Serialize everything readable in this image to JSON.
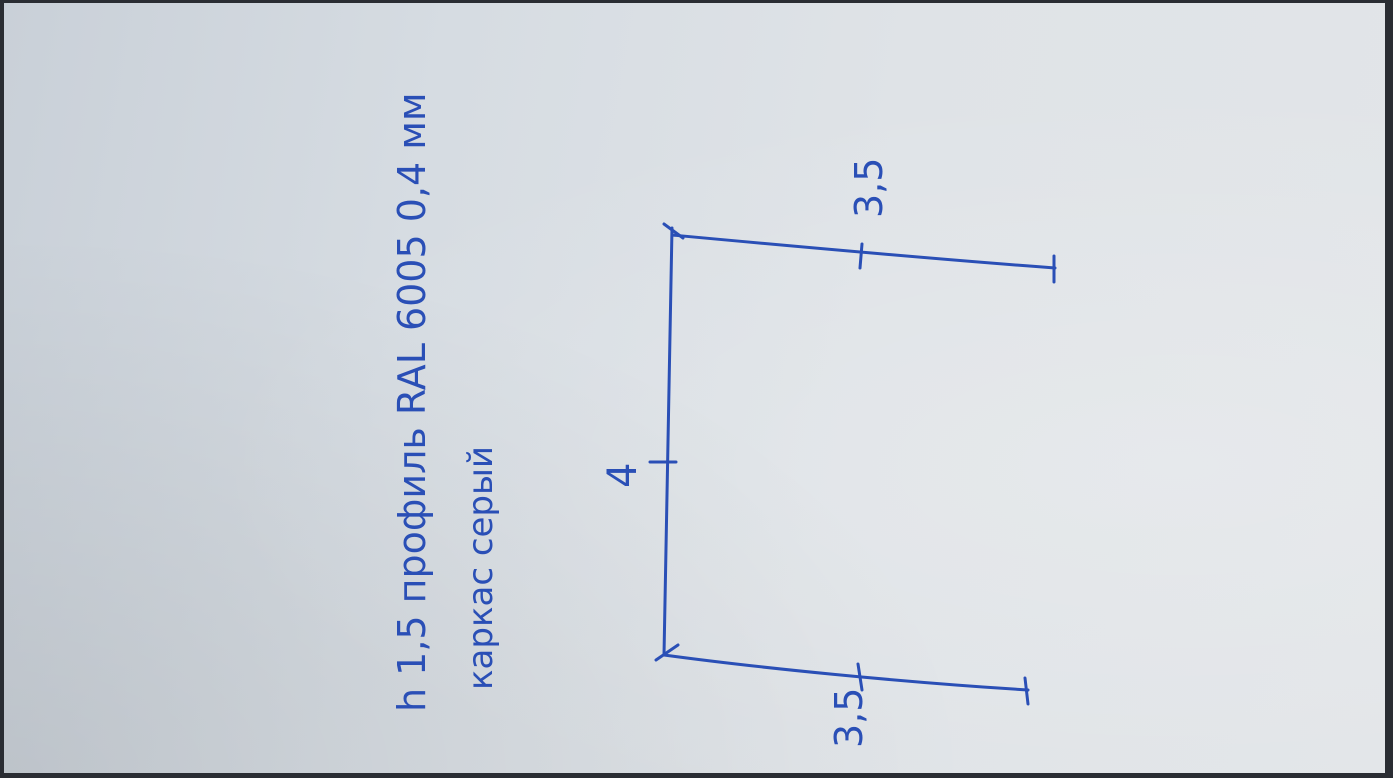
{
  "note": {
    "line1": "h 1,5 профиль RAL 6005 0,4 мм",
    "line2": "каркас серый"
  },
  "sketch": {
    "top_label": "4",
    "left_label": "3,5",
    "right_label": "3,5"
  },
  "ink_color": "#2a4fb6"
}
